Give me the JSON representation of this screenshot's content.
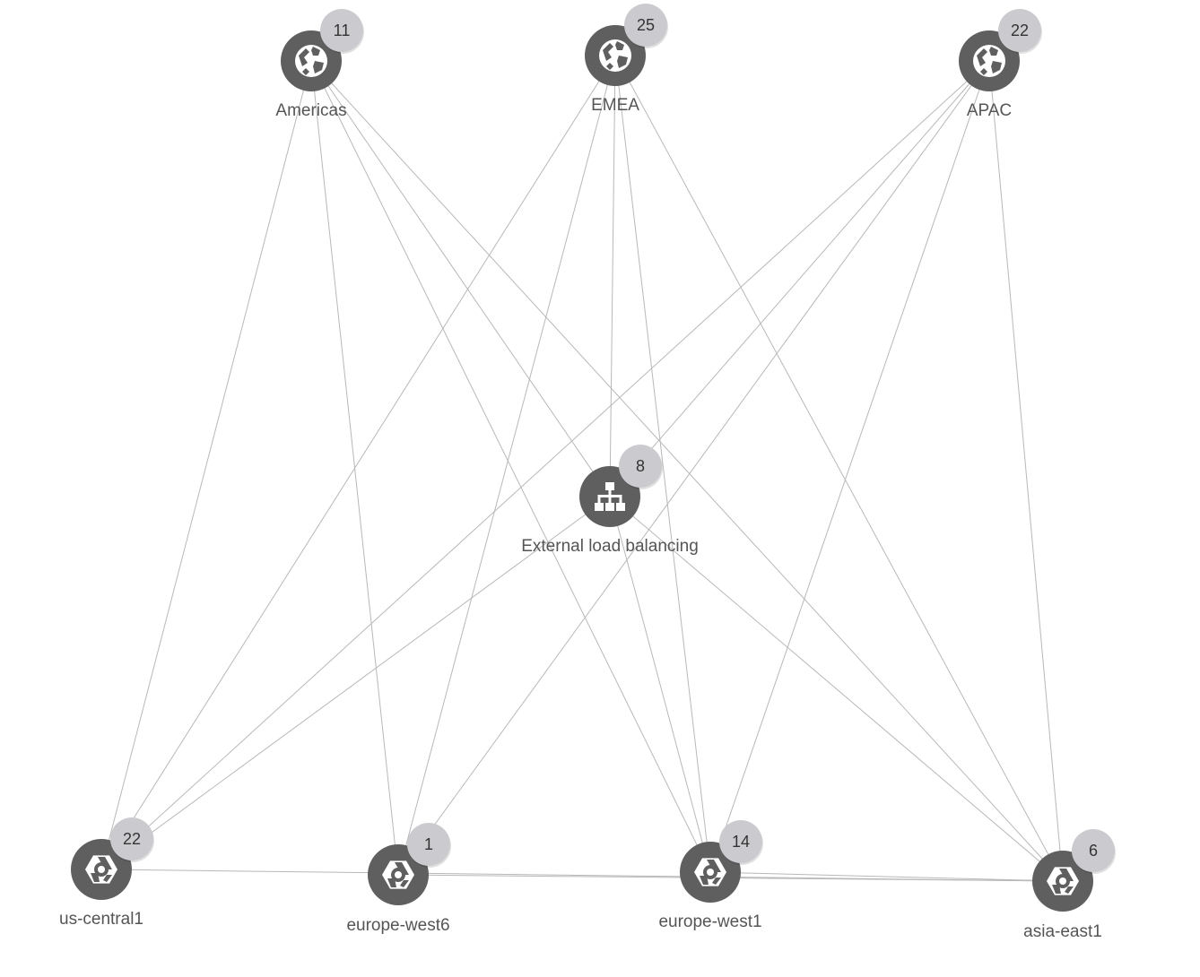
{
  "colors": {
    "node_fill": "#5f5f5f",
    "badge_fill": "#cbcbcf",
    "edge": "#b8b8b8",
    "icon": "#ffffff"
  },
  "nodes": [
    {
      "id": "americas",
      "label": "Americas",
      "count": "11",
      "icon": "globe-icon"
    },
    {
      "id": "emea",
      "label": "EMEA",
      "count": "25",
      "icon": "globe-icon"
    },
    {
      "id": "apac",
      "label": "APAC",
      "count": "22",
      "icon": "globe-icon"
    },
    {
      "id": "lb",
      "label": "External load balancing",
      "count": "8",
      "icon": "load-balancer-icon"
    },
    {
      "id": "uscentral1",
      "label": "us-central1",
      "count": "22",
      "icon": "region-hexagon-icon"
    },
    {
      "id": "europewest6",
      "label": "europe-west6",
      "count": "1",
      "icon": "region-hexagon-icon"
    },
    {
      "id": "europewest1",
      "label": "europe-west1",
      "count": "14",
      "icon": "region-hexagon-icon"
    },
    {
      "id": "asiaeast1",
      "label": "asia-east1",
      "count": "6",
      "icon": "region-hexagon-icon"
    }
  ],
  "edges": [
    [
      "americas",
      "uscentral1"
    ],
    [
      "americas",
      "europewest6"
    ],
    [
      "americas",
      "europewest1"
    ],
    [
      "americas",
      "asiaeast1"
    ],
    [
      "americas",
      "lb"
    ],
    [
      "emea",
      "uscentral1"
    ],
    [
      "emea",
      "europewest6"
    ],
    [
      "emea",
      "europewest1"
    ],
    [
      "emea",
      "asiaeast1"
    ],
    [
      "emea",
      "lb"
    ],
    [
      "apac",
      "uscentral1"
    ],
    [
      "apac",
      "europewest6"
    ],
    [
      "apac",
      "europewest1"
    ],
    [
      "apac",
      "asiaeast1"
    ],
    [
      "apac",
      "lb"
    ],
    [
      "lb",
      "uscentral1"
    ],
    [
      "lb",
      "europewest1"
    ],
    [
      "lb",
      "asiaeast1"
    ],
    [
      "uscentral1",
      "asiaeast1"
    ],
    [
      "europewest6",
      "asiaeast1"
    ],
    [
      "europewest1",
      "asiaeast1"
    ]
  ]
}
